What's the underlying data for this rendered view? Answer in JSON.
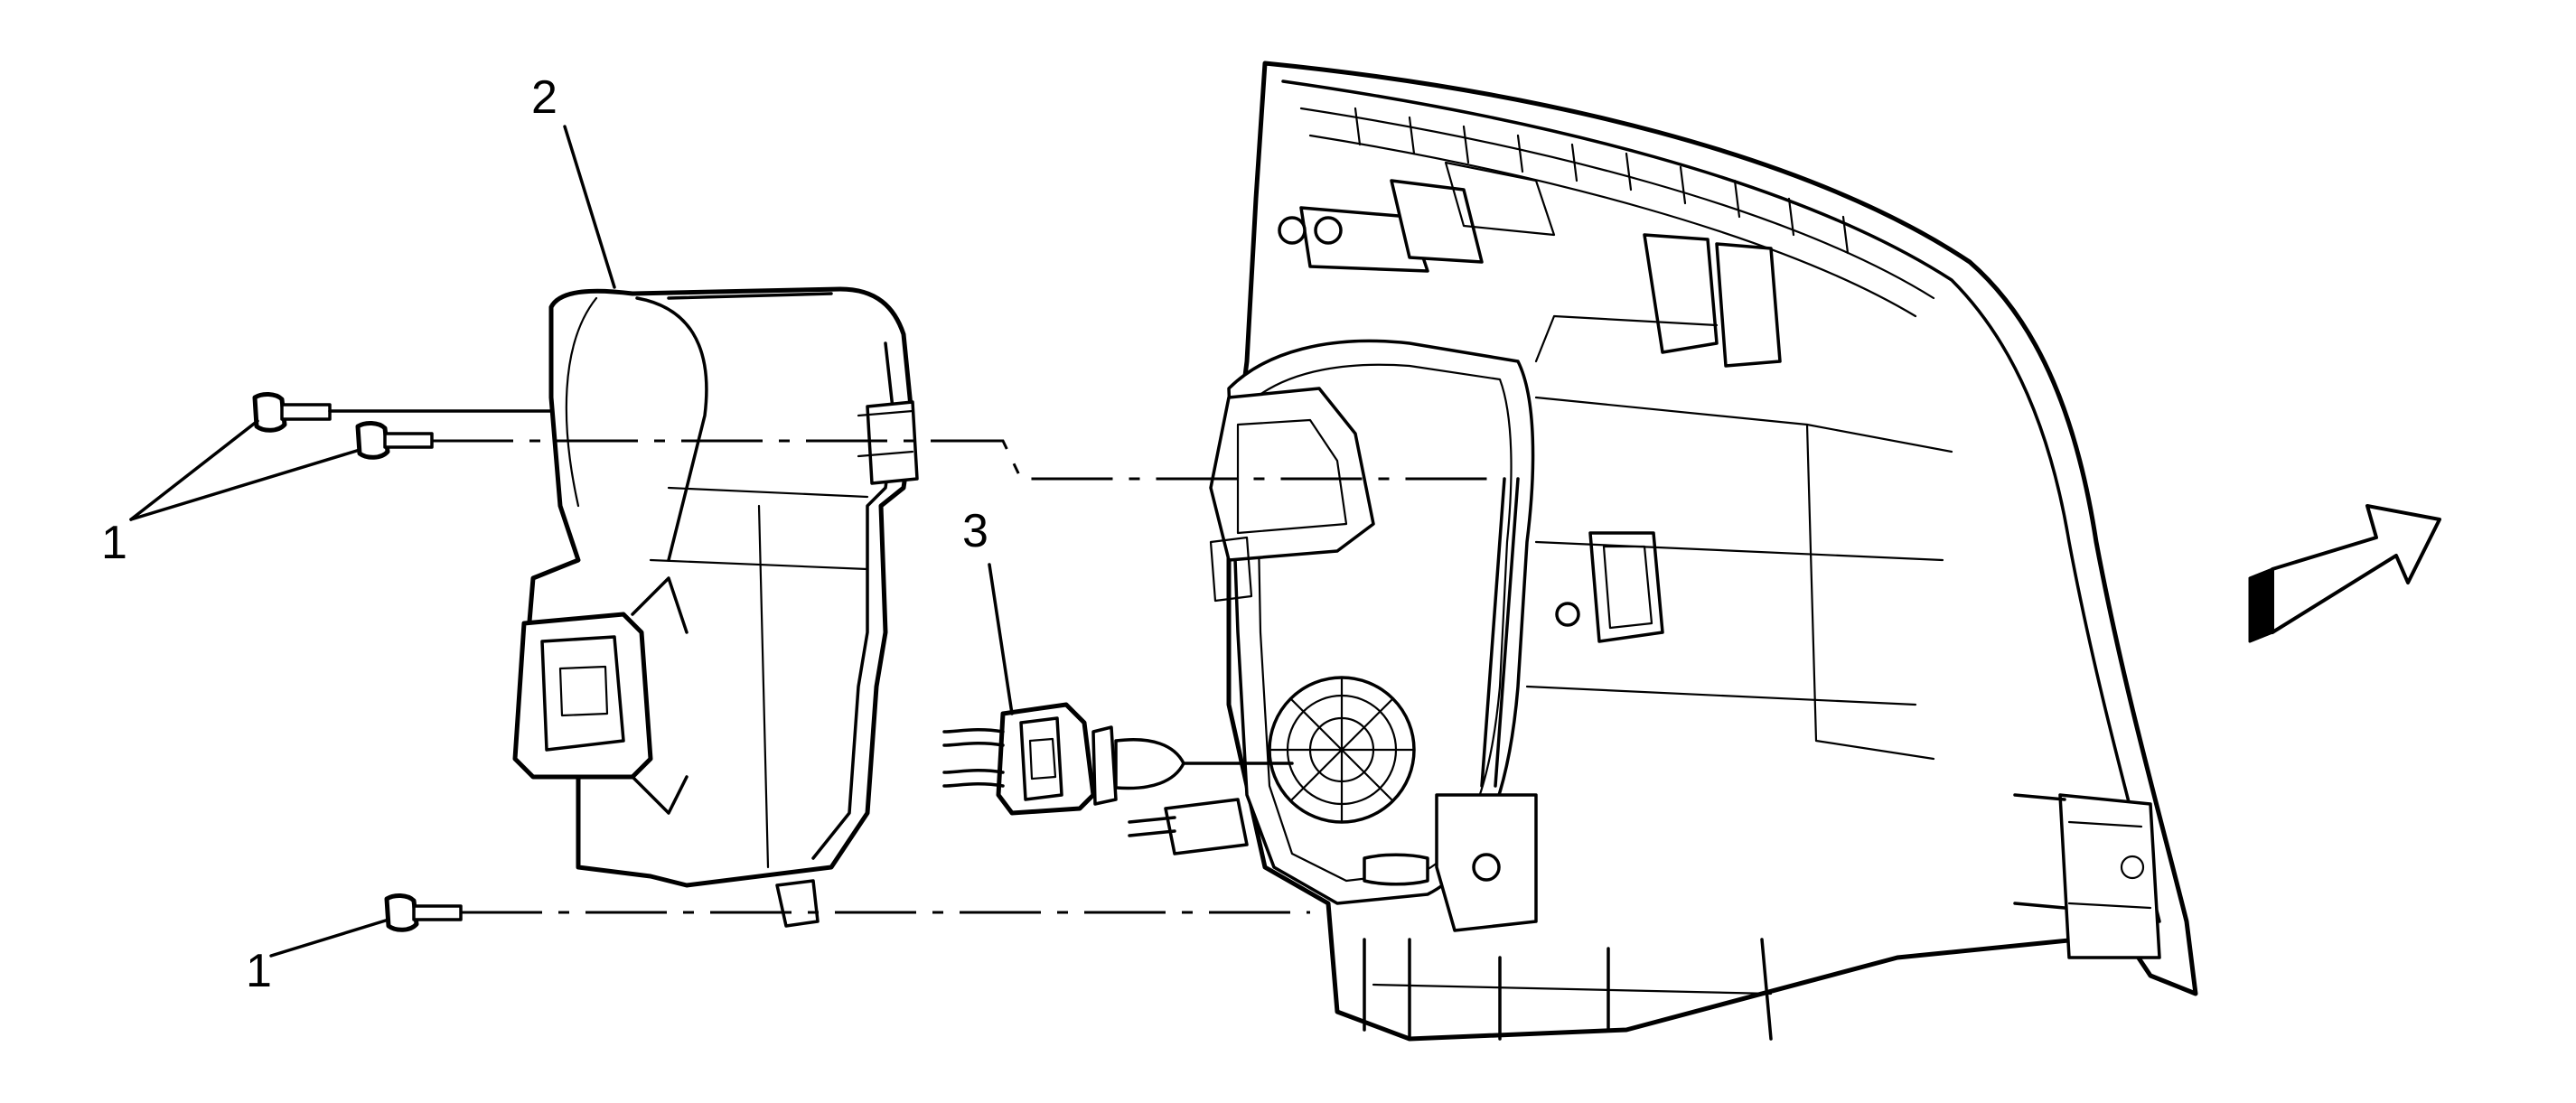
{
  "callouts": {
    "bolts_upper": "1",
    "housing_cover": "2",
    "bulb_socket": "3",
    "bolt_lower": "1"
  },
  "colors": {
    "line": "#000000",
    "background": "#ffffff"
  },
  "icons": {
    "direction_arrow": "forward-arrow-icon"
  }
}
